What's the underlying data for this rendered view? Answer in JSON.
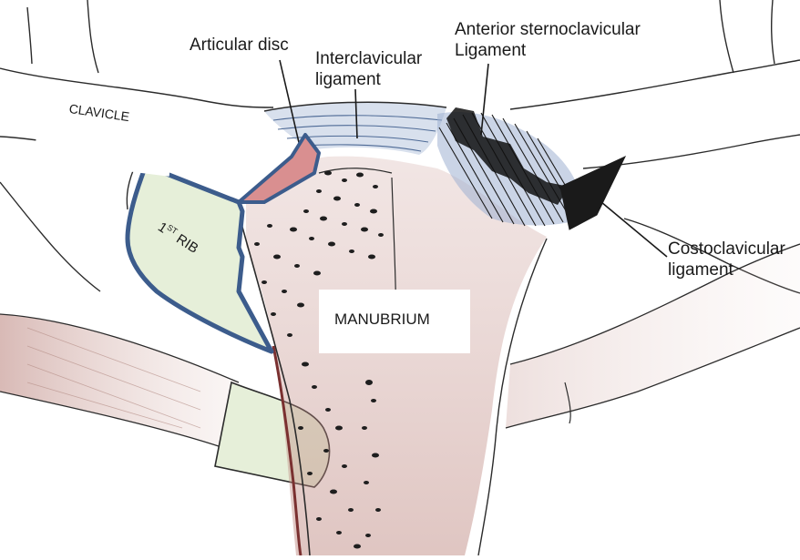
{
  "labels": {
    "articular_disc": "Articular disc",
    "interclavicular_line1": "Interclavicular",
    "interclavicular_line2": "ligament",
    "anterior_line1": "Anterior sternoclavicular",
    "anterior_line2": "Ligament",
    "costoclavicular_line1": "Costoclavicular",
    "costoclavicular_line2": "ligament",
    "clavicle": "CLAVICLE",
    "rib_number": "1",
    "rib_suffix": "ST",
    "rib_word": "RIB",
    "manubrium": "MANUBRIUM"
  },
  "colors": {
    "rib_fill": "#e6efd9",
    "rib_outline": "#3c5c8c",
    "disc_fill": "#d98f90",
    "ligament_dark": "#1a1a1a",
    "sketch_line": "#2b2b2b",
    "bone_shading": "#a8655c",
    "ligament_blue": "#6d8fc4"
  }
}
